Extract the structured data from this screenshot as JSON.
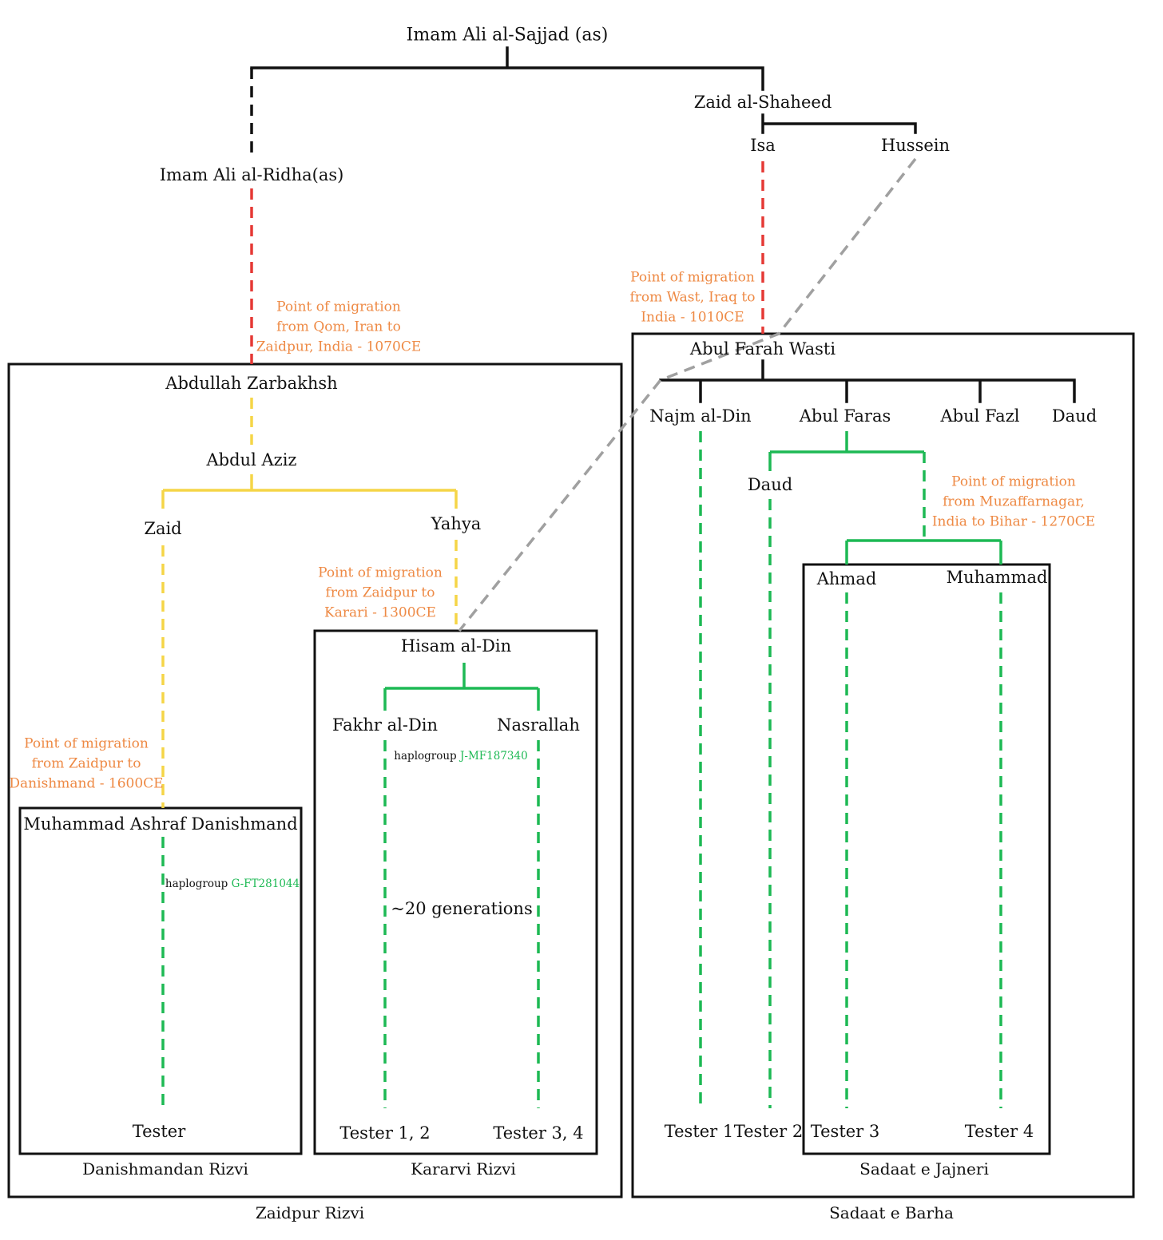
{
  "colors": {
    "line": "#111111",
    "red": "#e53935",
    "yellow": "#f5d547",
    "green": "#1db954",
    "gray": "#a0a0a0",
    "orange_text": "#ee8a45"
  },
  "people": {
    "sajjad": "Imam Ali al-Sajjad (as)",
    "ridha": "Imam Ali al-Ridha(as)",
    "zaid_shaheed": "Zaid al-Shaheed",
    "isa": "Isa",
    "hussein": "Hussein",
    "zarbakhsh": "Abdullah Zarbakhsh",
    "abdul_aziz": "Abdul Aziz",
    "zaid": "Zaid",
    "yahya": "Yahya",
    "hisam": "Hisam al-Din",
    "fakhr": "Fakhr al-Din",
    "nasrallah": "Nasrallah",
    "ashraf": "Muhammad Ashraf Danishmand",
    "abul_farah": "Abul Farah Wasti",
    "najm": "Najm al-Din",
    "abul_faras": "Abul Faras",
    "abul_fazl": "Abul Fazl",
    "daud_top": "Daud",
    "daud": "Daud",
    "ahmad": "Ahmad",
    "muhammad": "Muhammad"
  },
  "testers": {
    "t_danish": "Tester",
    "t12": "Tester 1, 2",
    "t34": "Tester 3, 4",
    "t1": "Tester 1",
    "t2": "Tester 2",
    "t3": "Tester 3",
    "t4": "Tester 4"
  },
  "migrations": {
    "qom": [
      "Point of migration",
      "from Qom, Iran to",
      "Zaidpur, India - 1070CE"
    ],
    "wast": [
      "Point of migration",
      "from Wast, Iraq to",
      "India - 1010CE"
    ],
    "karari": [
      "Point of migration",
      "from Zaidpur to",
      "Karari - 1300CE"
    ],
    "danishmand": [
      "Point of migration",
      "from Zaidpur to",
      "Danishmand - 1600CE"
    ],
    "bihar": [
      "Point of migration",
      "from Muzaffarnagar,",
      "India to Bihar - 1270CE"
    ]
  },
  "haplogroups": {
    "prefix": "haplogroup",
    "kararvi": "J-MF187340",
    "danishmand": "G-FT281044"
  },
  "notes": {
    "generations": "~20 generations"
  },
  "groups": {
    "danishmandan": "Danishmandan Rizvi",
    "kararvi": "Kararvi Rizvi",
    "zaidpur": "Zaidpur Rizvi",
    "jajneri": "Sadaat e Jajneri",
    "barha": "Sadaat e Barha"
  }
}
